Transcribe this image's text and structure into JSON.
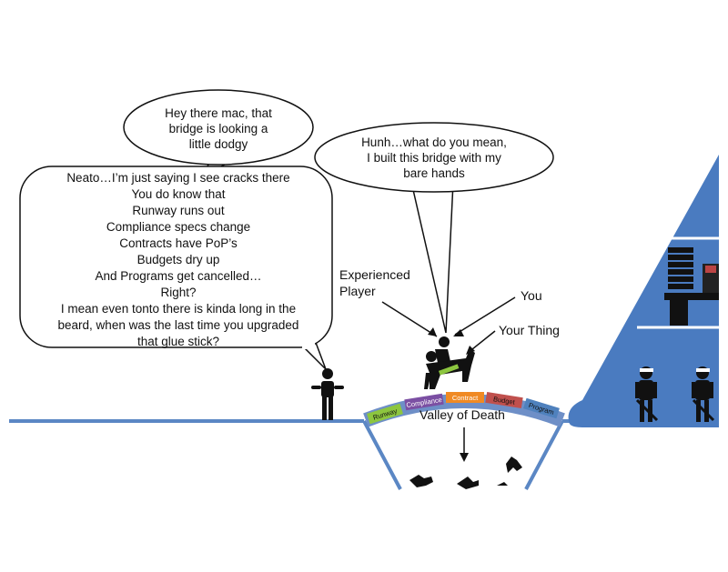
{
  "bubbles": {
    "mac": [
      "Hey there mac, that",
      "bridge is looking a",
      "little dodgy"
    ],
    "reply": [
      "Hunh…what do you mean,",
      "I built this bridge with my",
      "bare hands"
    ],
    "neato": [
      "Neato…I’m just saying I see cracks there",
      "You do know that",
      "Runway runs out",
      "Compliance specs change",
      "Contracts have PoP’s",
      "Budgets dry up",
      "And Programs get cancelled…",
      "Right?",
      "I mean even tonto there is kinda long in the",
      "beard, when was the last time you upgraded",
      "that glue stick?"
    ]
  },
  "labels": {
    "experienced_player": [
      "Experienced",
      "Player"
    ],
    "you": "You",
    "your_thing": "Your Thing",
    "valley": "Valley of Death"
  },
  "bridge_segments": [
    {
      "label": "Runway",
      "color": "#8dc63f"
    },
    {
      "label": "Compliance",
      "color": "#7b4fa3"
    },
    {
      "label": "Contract",
      "color": "#f08a24"
    },
    {
      "label": "Budget",
      "color": "#c0504d"
    },
    {
      "label": "Program",
      "color": "#4f81bd"
    }
  ],
  "colors": {
    "ground": "#5b87c4",
    "mountain": "#4a7bc0",
    "mountain_dark": "#3b68a8"
  }
}
